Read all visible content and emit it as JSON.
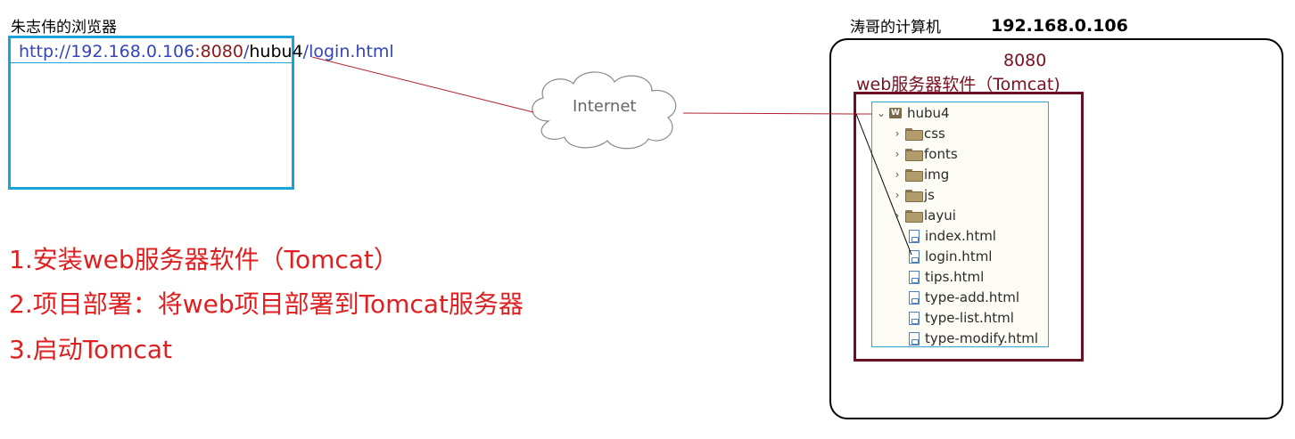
{
  "browser": {
    "label": "朱志伟的浏览器",
    "url_base": "http://192.168.0.106",
    "url_port": ":8080",
    "url_slash": "/",
    "url_context": "hubu4",
    "url_page": "/login.html"
  },
  "network": {
    "label": "Internet"
  },
  "computer": {
    "label": "涛哥的计算机",
    "ip": "192.168.0.106",
    "port": "8080",
    "server_label": "web服务器软件（Tomcat)"
  },
  "tree": {
    "project": {
      "name": "hubu4",
      "icon": "web-project-icon"
    },
    "folders": [
      {
        "name": "css",
        "icon": "folder-icon"
      },
      {
        "name": "fonts",
        "icon": "folder-icon"
      },
      {
        "name": "img",
        "icon": "folder-icon"
      },
      {
        "name": "js",
        "icon": "folder-icon"
      },
      {
        "name": "layui",
        "icon": "folder-icon"
      }
    ],
    "files": [
      {
        "name": "index.html",
        "icon": "html-file-icon"
      },
      {
        "name": "login.html",
        "icon": "html-file-icon"
      },
      {
        "name": "tips.html",
        "icon": "html-file-icon"
      },
      {
        "name": "type-add.html",
        "icon": "html-file-icon"
      },
      {
        "name": "type-list.html",
        "icon": "html-file-icon"
      },
      {
        "name": "type-modify.html",
        "icon": "html-file-icon"
      }
    ]
  },
  "steps": [
    "1.安装web服务器软件（Tomcat）",
    "2.项目部署：将web项目部署到Tomcat服务器",
    "3.启动Tomcat"
  ],
  "colors": {
    "browser_border": "#1aa3d9",
    "server_border": "#6b0f24",
    "connector": "#b02030",
    "steps_text": "#e02020"
  }
}
